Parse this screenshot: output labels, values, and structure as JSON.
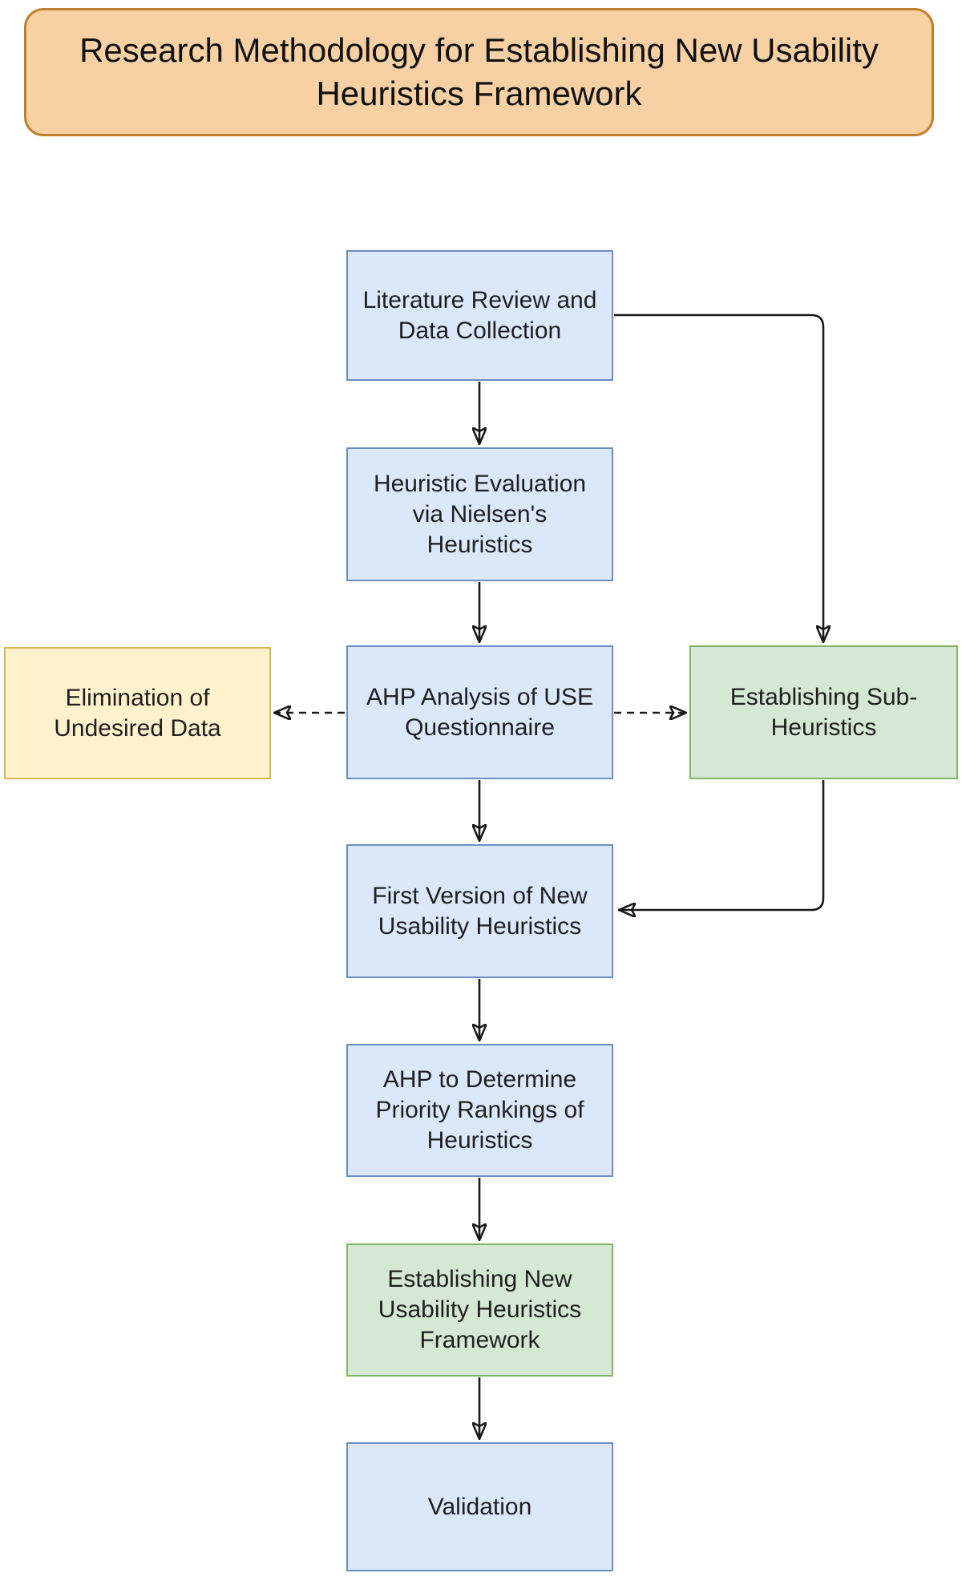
{
  "title": "Research Methodology for Establishing New Usability\nHeuristics Framework",
  "colors": {
    "orange-fill": "#F7D0A4",
    "orange-stroke": "#C07F2D",
    "blue-fill": "#DBE8FC",
    "blue-stroke": "#6C8EBF",
    "green-fill": "#D5E8D4",
    "green-stroke": "#82B366",
    "yellow-fill": "#FFF2CC",
    "yellow-stroke": "#D6B656",
    "edge": "#1a1a1a",
    "text": "#1f1f1f"
  },
  "nodes": {
    "literature": {
      "label": "Literature Review and\nData Collection",
      "color": "blue"
    },
    "nielsen": {
      "label": "Heuristic Evaluation\nvia Nielsen's\nHeuristics",
      "color": "blue"
    },
    "ahp_use": {
      "label": "AHP Analysis of USE\nQuestionnaire",
      "color": "blue"
    },
    "elimination": {
      "label": "Elimination of\nUndesired Data",
      "color": "yellow"
    },
    "sub_heuristics": {
      "label": "Establishing Sub-\nHeuristics",
      "color": "green"
    },
    "first_version": {
      "label": "First Version of New\nUsability Heuristics",
      "color": "blue"
    },
    "ahp_priority": {
      "label": "AHP to Determine\nPriority Rankings of\nHeuristics",
      "color": "blue"
    },
    "framework": {
      "label": "Establishing New\nUsability Heuristics\nFramework",
      "color": "green"
    },
    "validation": {
      "label": "Validation",
      "color": "blue"
    }
  },
  "edges": [
    {
      "from": "literature",
      "to": "nielsen",
      "style": "solid"
    },
    {
      "from": "literature",
      "to": "sub_heuristics",
      "style": "solid-elbow"
    },
    {
      "from": "nielsen",
      "to": "ahp_use",
      "style": "solid"
    },
    {
      "from": "ahp_use",
      "to": "elimination",
      "style": "dashed"
    },
    {
      "from": "ahp_use",
      "to": "sub_heuristics",
      "style": "dashed"
    },
    {
      "from": "ahp_use",
      "to": "first_version",
      "style": "solid"
    },
    {
      "from": "sub_heuristics",
      "to": "first_version",
      "style": "solid-elbow"
    },
    {
      "from": "first_version",
      "to": "ahp_priority",
      "style": "solid"
    },
    {
      "from": "ahp_priority",
      "to": "framework",
      "style": "solid"
    },
    {
      "from": "framework",
      "to": "validation",
      "style": "solid"
    }
  ]
}
